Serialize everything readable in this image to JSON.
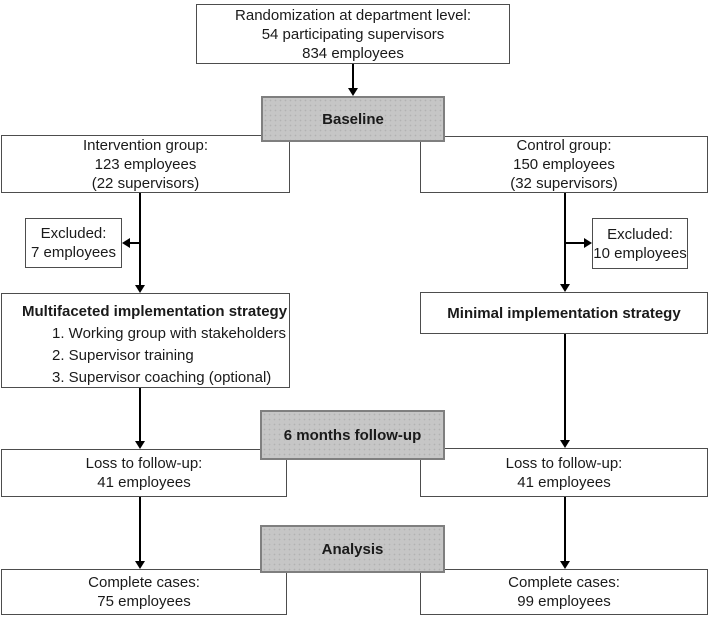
{
  "diagram": {
    "randomization": {
      "lines": [
        "Randomization at department level:",
        "54 participating supervisors",
        "834 employees"
      ]
    },
    "baseline": {
      "label": "Baseline"
    },
    "intervention_group": {
      "lines": [
        "Intervention group:",
        "123 employees",
        "(22 supervisors)"
      ]
    },
    "control_group": {
      "lines": [
        "Control group:",
        "150 employees",
        "(32 supervisors)"
      ]
    },
    "excluded_intervention": {
      "lines": [
        "Excluded:",
        "7 employees"
      ]
    },
    "excluded_control": {
      "lines": [
        "Excluded:",
        "10 employees"
      ]
    },
    "multifaceted_strategy": {
      "title": "Multifaceted implementation strategy",
      "items": [
        "1. Working group with stakeholders",
        "2. Supervisor training",
        "3. Supervisor coaching (optional)"
      ]
    },
    "minimal_strategy": {
      "title": "Minimal implementation strategy"
    },
    "followup": {
      "label": "6 months follow-up"
    },
    "loss_intervention": {
      "lines": [
        "Loss to follow-up:",
        "41 employees"
      ]
    },
    "loss_control": {
      "lines": [
        "Loss to follow-up:",
        "41 employees"
      ]
    },
    "analysis": {
      "label": "Analysis"
    },
    "complete_intervention": {
      "lines": [
        "Complete cases:",
        "75 employees"
      ]
    },
    "complete_control": {
      "lines": [
        "Complete cases:",
        "99 employees"
      ]
    }
  },
  "colors": {
    "milestone_fill": "#c6c6c6",
    "milestone_border": "#7f7f7f",
    "box_border": "#4d4d4d",
    "arrow": "#000000",
    "text": "#1a1a1a",
    "background": "#ffffff"
  }
}
